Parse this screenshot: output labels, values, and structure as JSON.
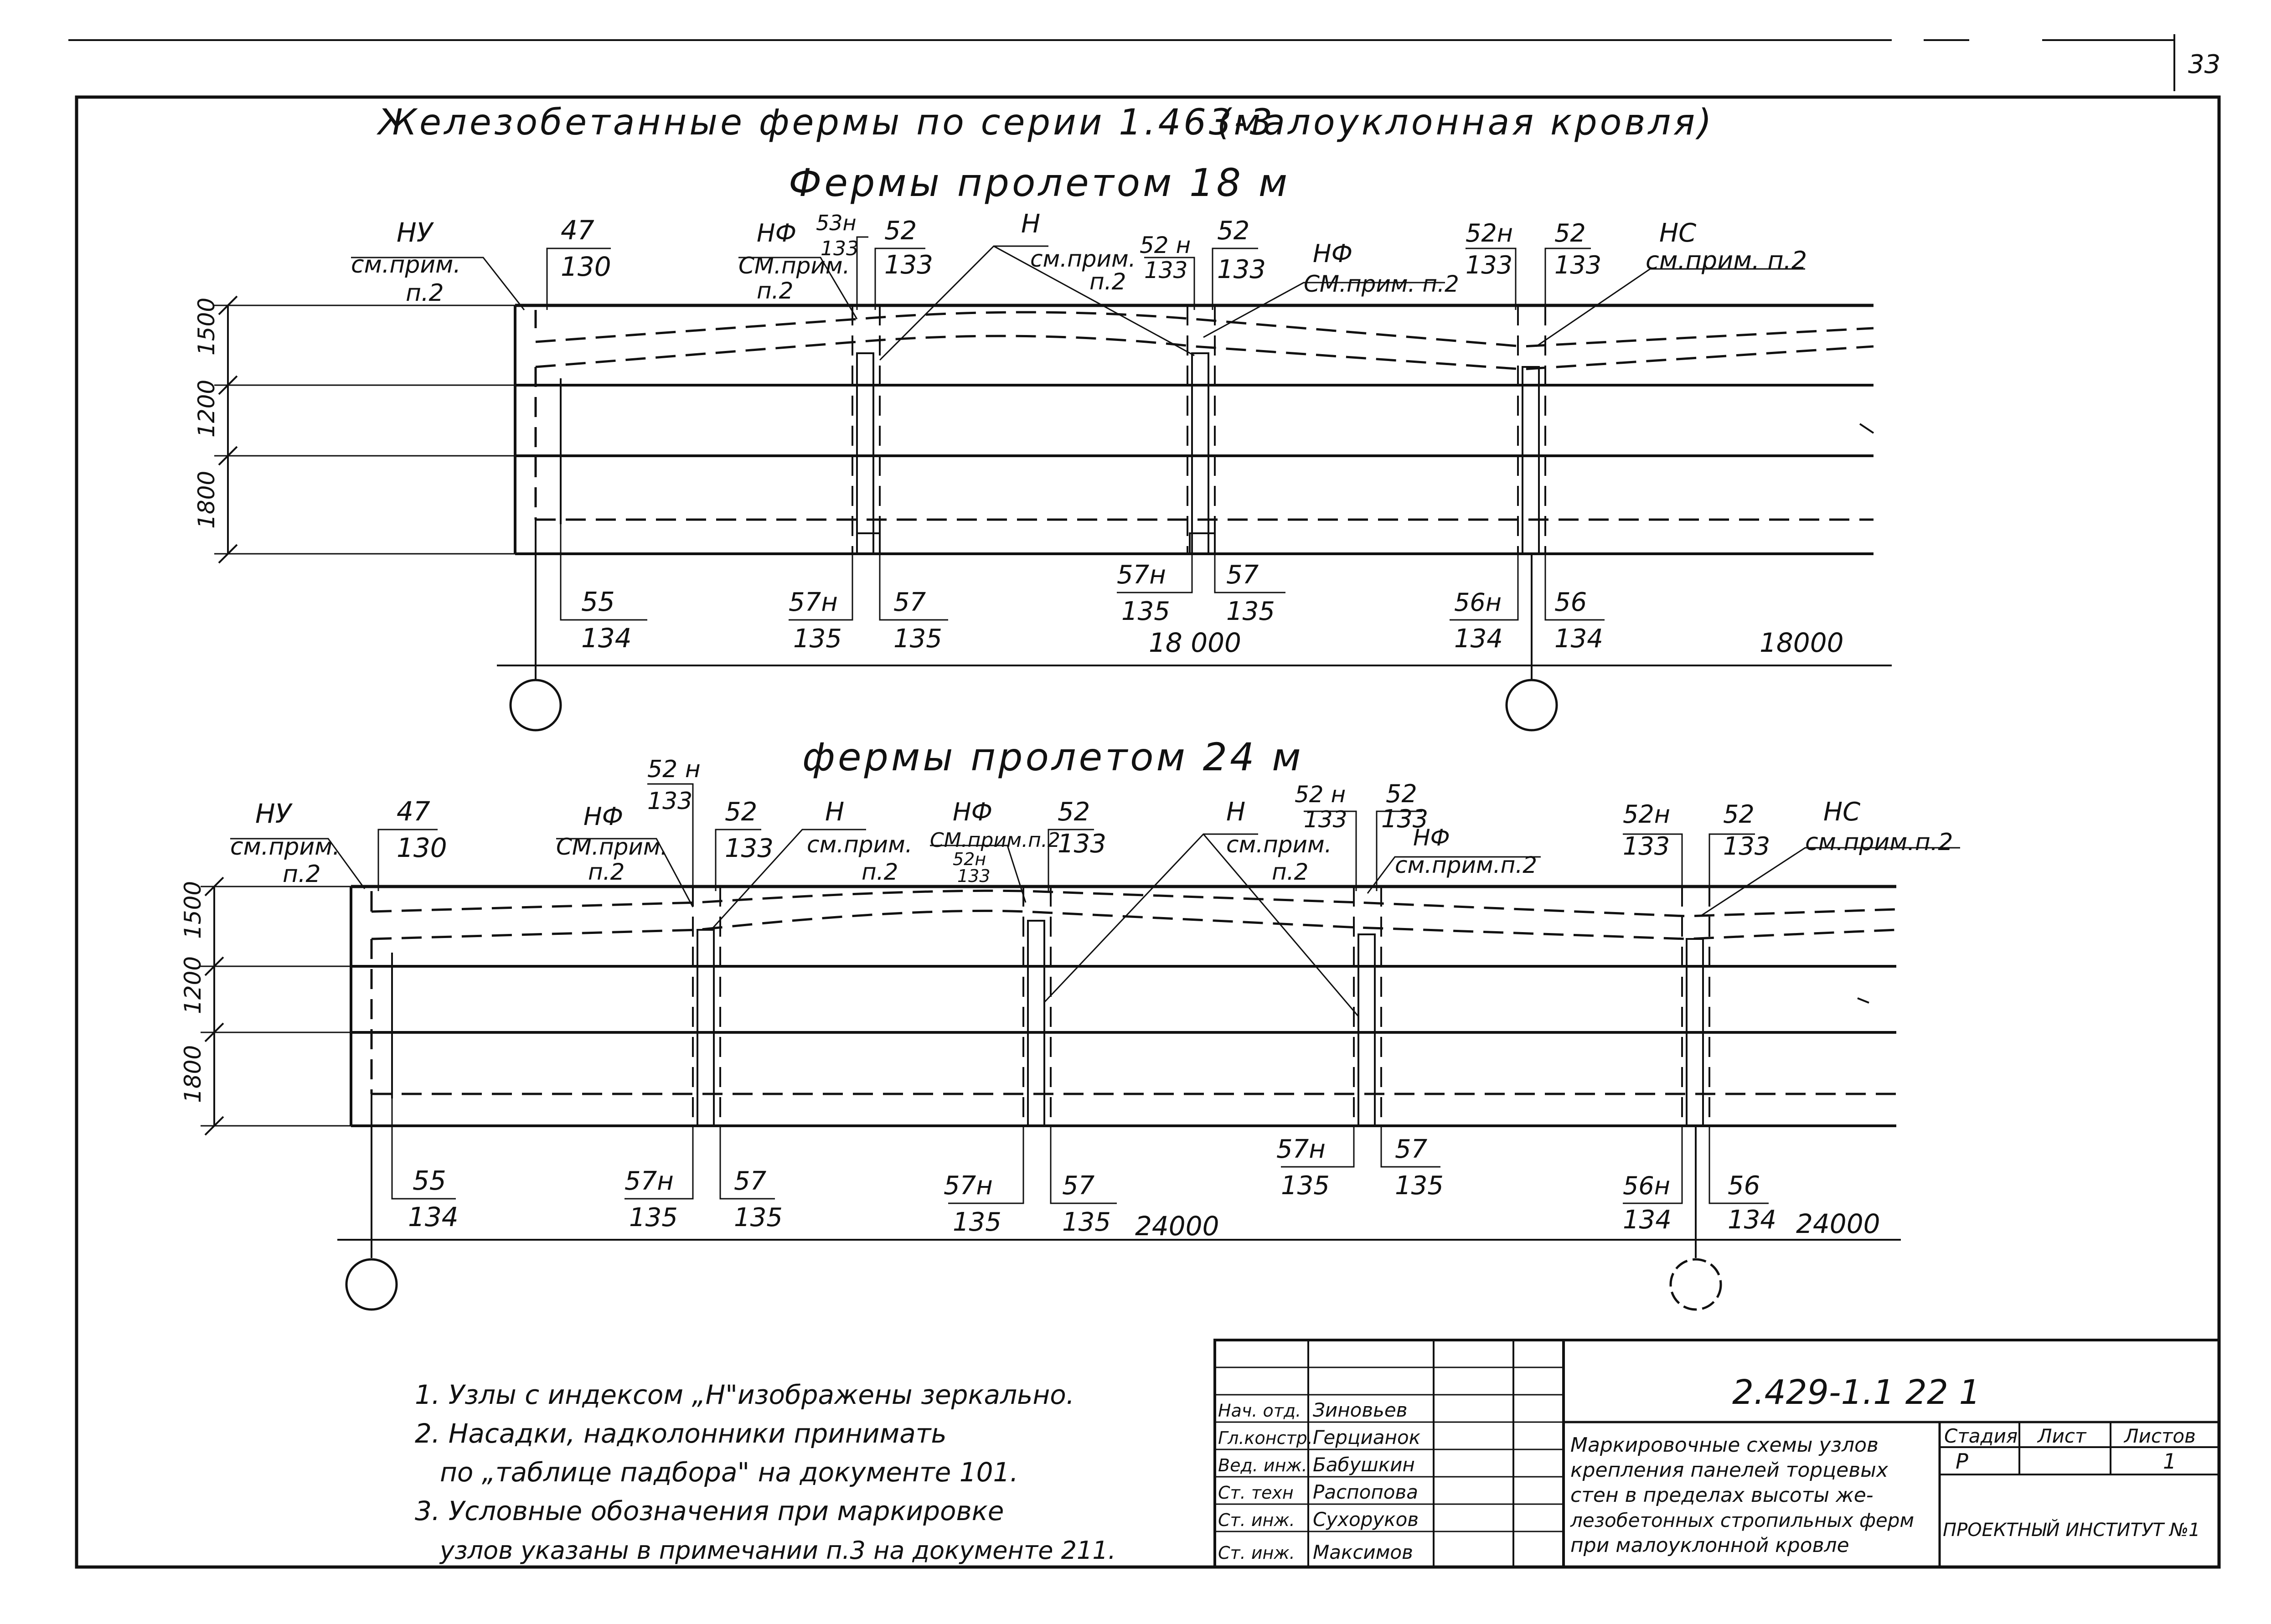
{
  "page_number": "33",
  "main_title": "Железобетанные фермы по серии 1.463-3",
  "main_title_note": "(малоуклонная кровля)",
  "section18": {
    "title": "Фермы пролетом 18 м",
    "dims": [
      "1500",
      "1200",
      "1800"
    ],
    "span_label": "18 000",
    "span_label_right": "18000",
    "top_labels": {
      "ny": "НУ",
      "ny_note": "см.прим.",
      "ny_note2": "п.2",
      "n47": "47",
      "n130": "130",
      "nf1": "НФ",
      "nf1_note": "СМ.прим.",
      "nf1_note2": "п.2",
      "n53h": "53н",
      "n133a": "133",
      "n52a": "52",
      "n133b": "133",
      "h": "Н",
      "h_note": "см.прим.",
      "h_note2": "п.2",
      "n52h": "52 н",
      "n133c": "133",
      "n52b": "52",
      "n133d": "133",
      "nf2": "НФ",
      "nf2_note": "СМ.прим. п.2",
      "n52h2": "52н",
      "n133e": "133",
      "n52c": "52",
      "n133f": "133",
      "nc": "НС",
      "nc_note": "см.прим. п.2"
    },
    "bottom_labels": {
      "n55": "55",
      "n134a": "134",
      "n57h": "57н",
      "n135a": "135",
      "n57": "57",
      "n135b": "135",
      "n57h2": "57н",
      "n135c": "135",
      "n57b": "57",
      "n135d": "135",
      "n56h": "56н",
      "n134b": "134",
      "n56": "56",
      "n134c": "134"
    }
  },
  "section24": {
    "title": "фермы пролетом 24 м",
    "dims": [
      "1500",
      "1200",
      "1800"
    ],
    "span_label": "24000",
    "span_label_right": "24000",
    "top_labels": {
      "ny": "НУ",
      "ny_note": "см.прим.",
      "ny_note2": "п.2",
      "n47": "47",
      "n130": "130",
      "n52h_top": "52 н",
      "n133_top": "133",
      "nf1": "НФ",
      "nf1_note": "СМ.прим.",
      "nf1_note2": "п.2",
      "n52a": "52",
      "n133a": "133",
      "h1": "Н",
      "h1_note": "см.прим.",
      "h1_note2": "п.2",
      "nf2": "НФ",
      "nf2_note": "СМ.прим.п.2",
      "n52h_s": "52н",
      "n133_s": "133",
      "n52b": "52",
      "n133b": "133",
      "h2": "Н",
      "h2_note": "см.прим.",
      "h2_note2": "п.2",
      "n52h2": "52 н",
      "n133c": "133",
      "n52c": "52",
      "n133d": "133",
      "nf3": "НФ",
      "nf3_note": "см.прим.п.2",
      "n52h3": "52н",
      "n133e": "133",
      "n52d": "52",
      "n133f": "133",
      "nc": "НС",
      "nc_note": "см.прим.п.2"
    },
    "bottom_labels": {
      "n55": "55",
      "n134a": "134",
      "n57h": "57н",
      "n135a": "135",
      "n57": "57",
      "n135b": "135",
      "n57h2": "57н",
      "n135c": "135",
      "n57b": "57",
      "n135d": "135",
      "n57h3": "57н",
      "n135e": "135",
      "n57c": "57",
      "n135f": "135",
      "n56h": "56н",
      "n134b": "134",
      "n56": "56",
      "n134c": "134"
    }
  },
  "notes": [
    "1. Узлы с индексом „Н\"изображены зеркально.",
    "2. Насадки, надколонники принимать",
    "по „таблице падбора\" на документе 101.",
    "3. Условные обозначения при маркировке",
    "узлов указаны в примечании п.3 на документе 211."
  ],
  "title_block": {
    "doc_number": "2.429-1.1   22 1",
    "roles": [
      "Нач. отд.",
      "Гл.констр.",
      "Вед. инж.",
      "Ст. техн",
      "Ст. инж.",
      "Ст. инж."
    ],
    "names": [
      "Зиновьев",
      "Герцианок",
      "Бабушкин",
      "Распопова",
      "Сухоруков",
      "Максимов"
    ],
    "description": [
      "Маркировочные схемы узлов",
      "крепления панелей торцевых",
      "стен в пределах высоты же-",
      "лезобетонных стропильных ферм",
      "при малоуклонной кровле"
    ],
    "stage_label": "Стадия",
    "sheet_label": "Лист",
    "sheets_label": "Листов",
    "stage_value": "Р",
    "sheet_value": "",
    "sheets_value": "1",
    "organization": "ПРОЕКТНЫЙ ИНСТИТУТ №1"
  }
}
